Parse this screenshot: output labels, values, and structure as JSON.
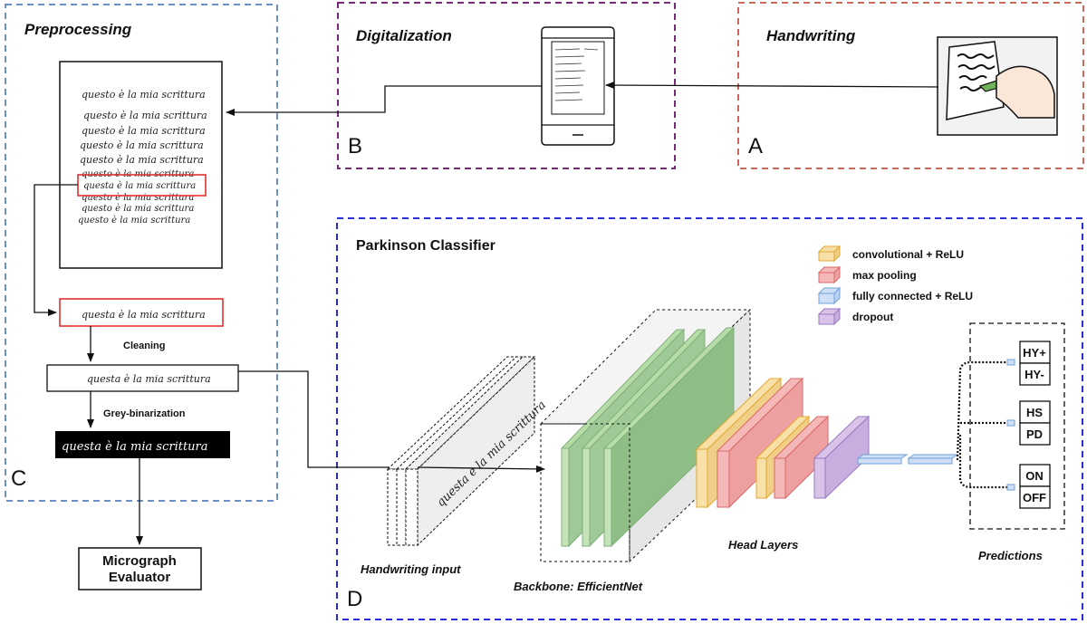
{
  "sections": {
    "preprocessing": "Preprocessing",
    "digitalization": "Digitalization",
    "handwriting": "Handwriting",
    "classifier": "Parkinson Classifier"
  },
  "labels": {
    "cleaning": "Cleaning",
    "grey_binarization": "Grey-binarization",
    "micrograph_line1": "Micrograph",
    "micrograph_line2": "Evaluator",
    "handwriting_input": "Handwriting input",
    "backbone": "Backbone: EfficientNet",
    "head_layers": "Head Layers",
    "predictions": "Predictions"
  },
  "letters": {
    "a": "A",
    "b": "B",
    "c": "C",
    "d": "D"
  },
  "legend": [
    {
      "label": "convolutional + ReLU",
      "color": "#f8e0a8",
      "stroke": "#e0a830"
    },
    {
      "label": "max pooling",
      "color": "#f4b8b8",
      "stroke": "#d86868"
    },
    {
      "label": "fully connected + ReLU",
      "color": "#cfe0f6",
      "stroke": "#6f9fd8"
    },
    {
      "label": "dropout",
      "color": "#d8c4e8",
      "stroke": "#9a78c0"
    }
  ],
  "predictions": [
    {
      "top": "HY+",
      "bottom": "HY-"
    },
    {
      "top": "HS",
      "bottom": "PD"
    },
    {
      "top": "ON",
      "bottom": "OFF"
    }
  ],
  "handwriting_sample": {
    "page_lines": [
      "questo è la mia scrittura",
      "questo è la mia scrittura",
      "questo è la mia scrittura",
      "questo è la mia scrittura",
      "questo è la mia scrittura",
      "questo è la mia scrittura",
      "questa è la mia scrittura",
      "questo è la mia scrittura",
      "questo è la mia scrittura",
      "questo è la mia scrittura"
    ],
    "selected_line": "questa è la mia scrittura"
  },
  "colors": {
    "preprocessing_border": "#6b8fc9",
    "digitalization_border": "#7a2a7a",
    "handwriting_border": "#d0685a",
    "classifier_border": "#2b2bd6",
    "highlight": "#e03030",
    "backbone_green": "#c6e2b8",
    "backbone_green_dark": "#7fb07a"
  }
}
